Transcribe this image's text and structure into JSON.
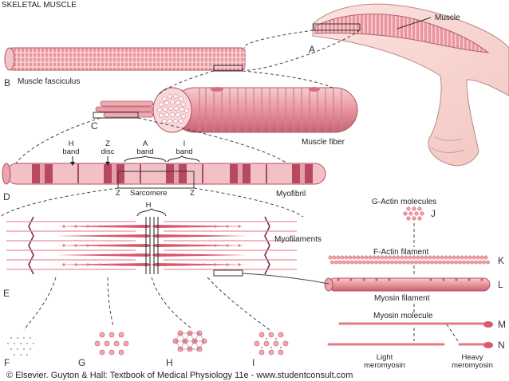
{
  "title": "SKELETAL MUSCLE",
  "colors": {
    "muscle_light": "#f2b9bd",
    "muscle_mid": "#e8939a",
    "muscle_dark": "#c9566a",
    "band_dark": "#a83452",
    "skin": "#f7d6d2",
    "line": "#555555"
  },
  "panels": {
    "A": {
      "letter": "A",
      "label": "Muscle"
    },
    "B": {
      "letter": "B",
      "label": "Muscle fasciculus"
    },
    "C": {
      "letter": "C",
      "label": "Muscle fiber"
    },
    "D": {
      "letter": "D",
      "label": "Myofibril",
      "h_band": [
        "H",
        "band"
      ],
      "z_disc": [
        "Z",
        "disc"
      ],
      "a_band": [
        "A",
        "band"
      ],
      "i_band": [
        "I",
        "band"
      ],
      "z_left": "Z",
      "sarcomere": "Sarcomere",
      "z_right": "Z"
    },
    "E": {
      "letter": "E",
      "label": "Myofilaments",
      "h": "H"
    },
    "cross_sections": [
      "F",
      "G",
      "H",
      "I"
    ],
    "J": {
      "letter": "J",
      "label": "G-Actin molecules"
    },
    "K": {
      "letter": "K",
      "label": "F-Actin filament"
    },
    "L": {
      "letter": "L",
      "label": "Myosin filament"
    },
    "M": {
      "letter": "M",
      "label": "Myosin molecule"
    },
    "N": {
      "letter": "N",
      "light": [
        "Light",
        "meromyosin"
      ],
      "heavy": [
        "Heavy",
        "meromyosin"
      ]
    }
  },
  "credit": "© Elsevier. Guyton & Hall: Textbook of Medical Physiology 11e - www.studentconsult.com"
}
